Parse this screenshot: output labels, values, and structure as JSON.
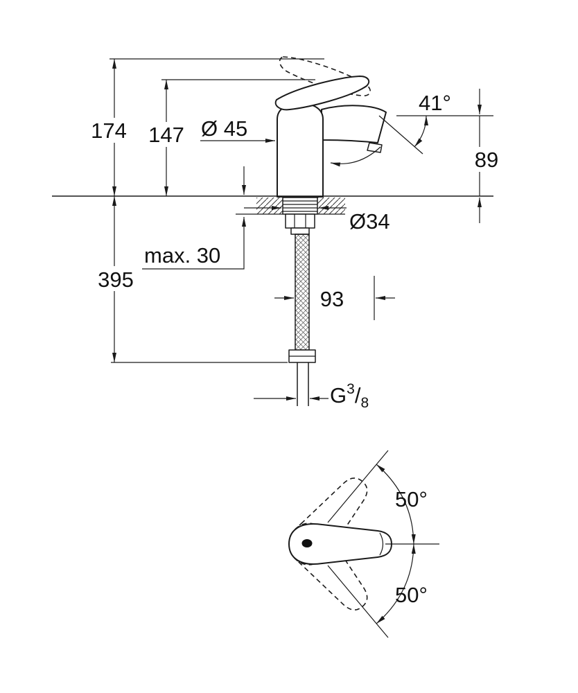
{
  "drawing": {
    "dimensions": {
      "height_total": "174",
      "height_lever": "147",
      "body_diameter": "Ø 45",
      "lever_angle": "41°",
      "outlet_height": "89",
      "hole_diameter": "Ø34",
      "deck_thickness": "max. 30",
      "hose_length": "395",
      "projection": "93",
      "thread": {
        "g": "G",
        "num": "3",
        "slash": "/",
        "den": "8"
      },
      "swivel_upper": "50°",
      "swivel_lower": "50°"
    },
    "colors": {
      "line": "#1a1a1a",
      "background": "#ffffff"
    }
  }
}
